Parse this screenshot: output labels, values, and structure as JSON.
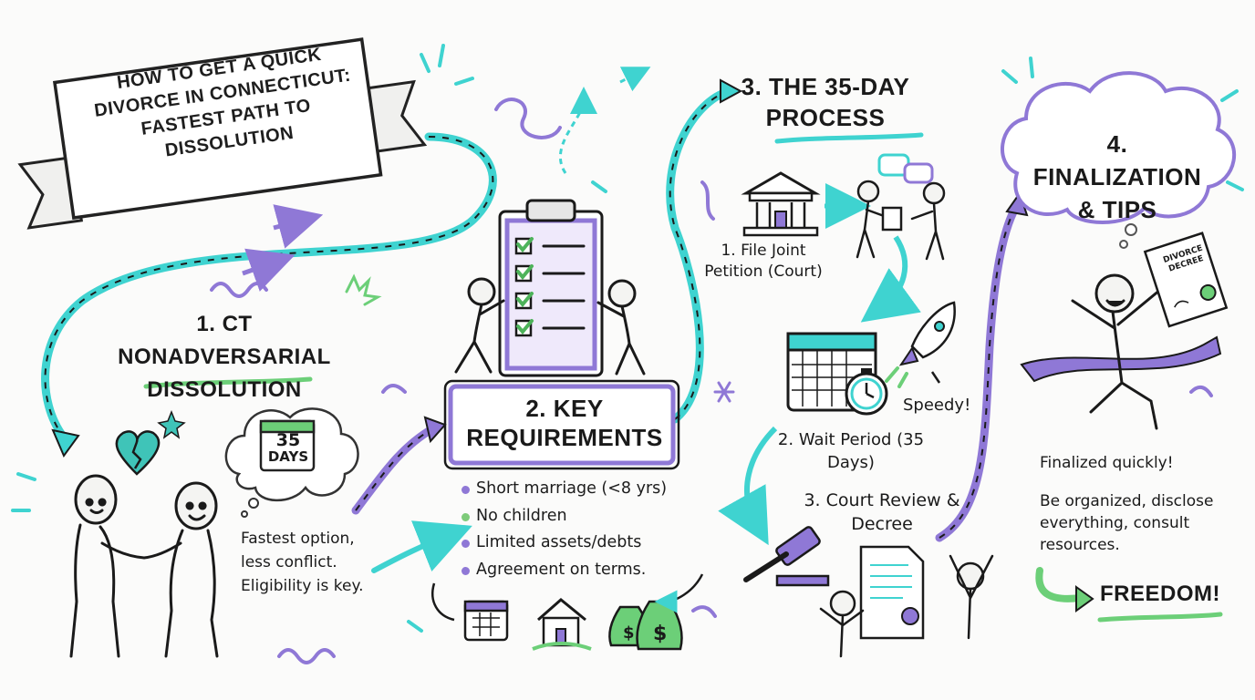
{
  "title": "HOW TO GET A QUICK DIVORCE IN CONNECTICUT: FASTEST PATH TO DISSOLUTION",
  "section1": {
    "title": "1. CT NONADVERSARIAL DISSOLUTION",
    "cloud_number": "35",
    "cloud_label": "DAYS",
    "note": "Fastest option, less conflict. Eligibility is key."
  },
  "section2": {
    "title": "2. KEY REQUIREMENTS",
    "items": [
      "Short marriage (<8 yrs)",
      "No children",
      "Limited assets/debts",
      "Agreement on terms."
    ]
  },
  "section3": {
    "title": "3. THE 35-DAY PROCESS",
    "step1": "1. File Joint Petition (Court)",
    "step2": "2. Wait Period (35 Days)",
    "speedy": "Speedy!",
    "step3": "3. Court Review & Decree"
  },
  "section4": {
    "title": "4. FINALIZATION & TIPS",
    "decree_label": "DIVORCE DECREE",
    "note1": "Finalized quickly!",
    "note2": "Be organized, disclose everything, consult resources.",
    "freedom": "FREEDOM!"
  },
  "colors": {
    "teal": "#3fd3d0",
    "purple": "#8f78d6",
    "green": "#6ccf78",
    "ink": "#1c1c1c"
  },
  "icons": [
    "broken-heart-icon",
    "handshake-icon",
    "calendar-icon",
    "clipboard-icon",
    "house-icon",
    "money-bag-icon",
    "courthouse-icon",
    "chat-bubble-icon",
    "rocket-icon",
    "stopwatch-icon",
    "gavel-icon",
    "certificate-icon",
    "thought-cloud-icon",
    "finish-ribbon-icon"
  ]
}
